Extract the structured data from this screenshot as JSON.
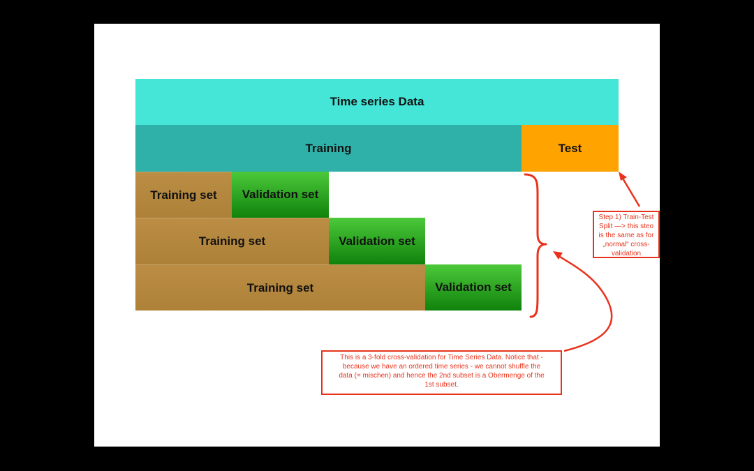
{
  "blocks": {
    "time_series_data": "Time series Data",
    "training": "Training",
    "test": "Test"
  },
  "folds": [
    {
      "training_label": "Training set",
      "validation_label": "Validation set"
    },
    {
      "training_label": "Training set",
      "validation_label": "Validation set"
    },
    {
      "training_label": "Training set",
      "validation_label": "Validation set"
    }
  ],
  "annotations": {
    "step1": "Step 1) Train-Test\nSplit —> this steo\nis the same as for\n„normal“ cross-\nvalidation",
    "cv_note": "This is a 3-fold cross-validation for Time Series Data. Notice that -\nbecause we have an ordered time series - we cannot shuffle the\ndata (= mischen) and hence the 2nd subset is a Obermenge of the\n1st subset."
  },
  "colors": {
    "time_series_data": "#45e6d8",
    "training": "#2fb0a8",
    "test": "#fea300",
    "training_set": "#b3873f",
    "validation_set": "#2aa31f",
    "annotation": "#e8331c"
  }
}
